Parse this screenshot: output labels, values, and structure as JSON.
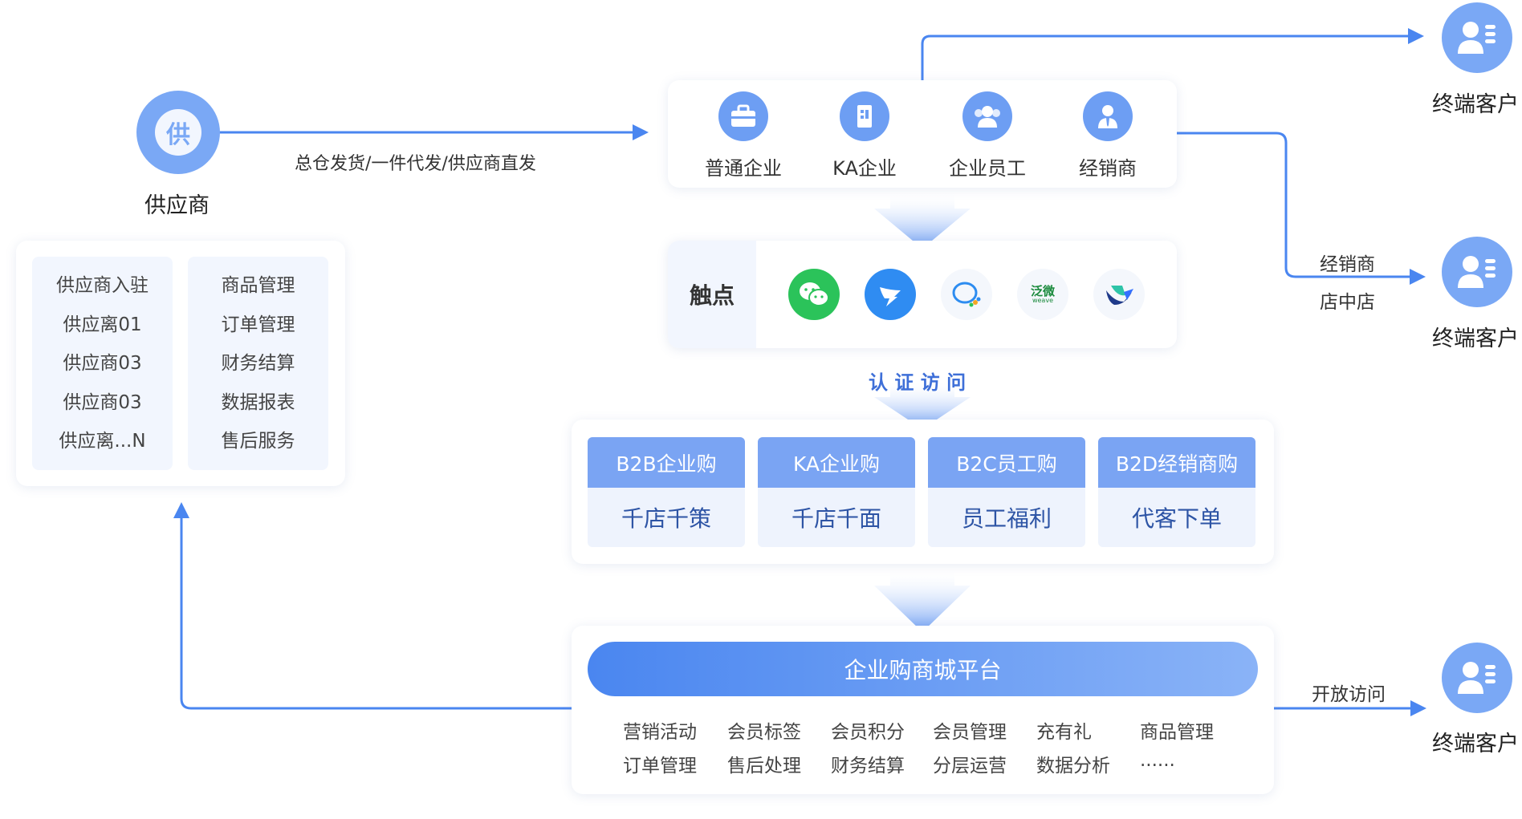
{
  "supplier": {
    "icon_char": "供",
    "label": "供应商",
    "left_col": [
      "供应商入驻",
      "供应离01",
      "供应商03",
      "供应商03",
      "供应离...N"
    ],
    "right_col": [
      "商品管理",
      "订单管理",
      "财务结算",
      "数据报表",
      "售后服务"
    ]
  },
  "shipping_label": "总仓发货/一件代发/供应商直发",
  "customer_types": [
    {
      "label": "普通企业",
      "icon": "briefcase-icon"
    },
    {
      "label": "KA企业",
      "icon": "building-icon"
    },
    {
      "label": "企业员工",
      "icon": "employees-icon"
    },
    {
      "label": "经销商",
      "icon": "dealer-icon"
    }
  ],
  "touchpoints": {
    "label": "触点",
    "apps": [
      "wechat-icon",
      "dingtalk-icon",
      "wecom-icon",
      "weaver-icon",
      "feishu-icon"
    ],
    "weaver_text": "泛微",
    "weaver_sub": "weave"
  },
  "auth_label": "认 证 访 问",
  "purchase_modes": [
    {
      "title": "B2B企业购",
      "subtitle": "千店千策"
    },
    {
      "title": "KA企业购",
      "subtitle": "千店千面"
    },
    {
      "title": "B2C员工购",
      "subtitle": "员工福利"
    },
    {
      "title": "B2D经销商购",
      "subtitle": "代客下单"
    }
  ],
  "platform": {
    "title": "企业购商城平台",
    "features_row1": [
      "营销活动",
      "会员标签",
      "会员积分",
      "会员管理",
      "充有礼",
      "商品管理"
    ],
    "features_row2": [
      "订单管理",
      "售后处理",
      "财务结算",
      "分层运营",
      "数据分析",
      "......"
    ]
  },
  "end_customers": {
    "label": "终端客户",
    "dealer_label": "经销商",
    "store_label": "店中店",
    "open_access_label": "开放访问"
  },
  "colors": {
    "accent": "#4a86f0",
    "icon_bg": "#7aa8f5",
    "header_blue": "#7aa4f3",
    "text_blue": "#2d54a5"
  }
}
